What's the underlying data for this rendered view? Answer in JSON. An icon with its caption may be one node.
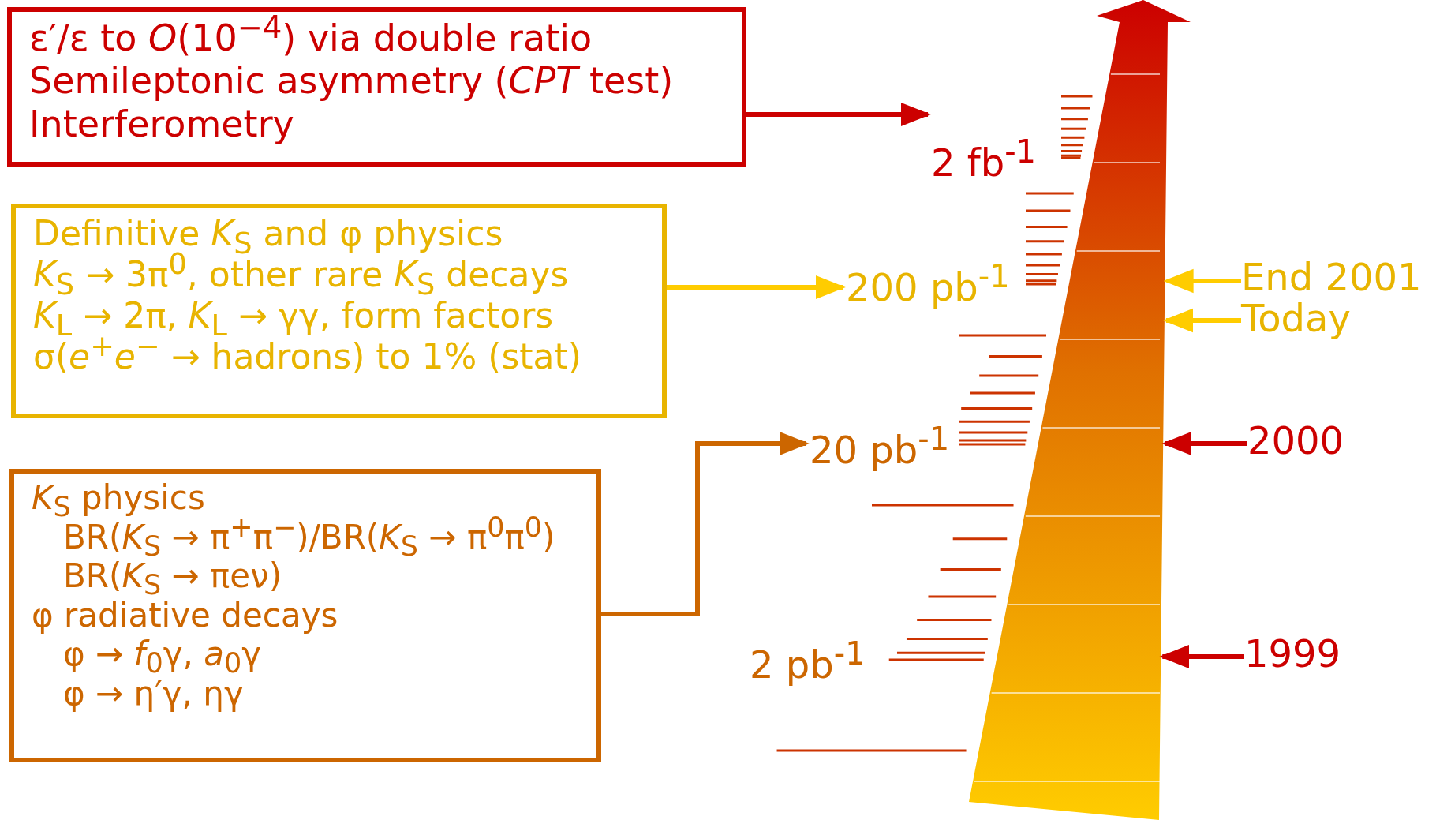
{
  "diagram": {
    "nodes": [
      {
        "text": [
          "ε′/ε to *O*(10$^{−4}$) via double ratio",
          "Semileptonic asymmetry (*CPT* test)",
          "Interferometry"
        ]
      },
      {
        "text": [
          "Definitive *K*$_{S}$ and φ physics",
          "*K*$_{S}$ → 3π$^{0}$, other rare *K*$_{S}$ decays",
          "*K*$_{L}$ → 2π, *K*$_{L}$ → γγ, form factors",
          "σ(*e*$^{+}$*e*$^{−}$ → hadrons) to 1% (stat)"
        ]
      },
      {
        "text": [
          "*K*$_{S}$ physics",
          "BR(*K*$_{S}$ → π$^{+}$π$^{−}$)/BR(*K*$_{S}$ → π$^{0}$π$^{0}$)",
          "BR(*K*$_{S}$ → πeν)",
          "φ radiative decays",
          "φ → *f*$_{0}$γ, *a*$_{0}$γ",
          "φ → η′γ, ηγ"
        ]
      },
      {
        "text": [],
        "shape": "arrow"
      },
      {
        "text": [
          "2 fb$^{-1}$"
        ]
      },
      {
        "text": [
          "200 pb$^{-1}$"
        ]
      },
      {
        "text": [
          "20 pb$^{-1}$"
        ]
      },
      {
        "text": [
          "2 pb$^{-1}$"
        ]
      },
      {
        "text": [
          "End 2001"
        ]
      },
      {
        "text": [
          "Today"
        ]
      },
      {
        "text": [
          "2000"
        ]
      },
      {
        "text": [
          "1999"
        ]
      }
    ],
    "edges": [
      {
        "from": 0,
        "to": 4,
        "arrow": "to",
        "color": "#cc0000"
      },
      {
        "from": 1,
        "to": 5,
        "arrow": "to",
        "color": "#ffcc00"
      },
      {
        "from": 2,
        "to": 6,
        "arrow": "to",
        "color": "#cc6600"
      },
      {
        "from": 8,
        "to": 3,
        "arrow": "to",
        "color": "#ffcc00"
      },
      {
        "from": 9,
        "to": 3,
        "arrow": "to",
        "color": "#ffcc00"
      },
      {
        "from": 10,
        "to": 3,
        "arrow": "to",
        "color": "#cc0000"
      },
      {
        "from": 11,
        "to": 3,
        "arrow": "to",
        "color": "#cc0000"
      }
    ]
  }
}
